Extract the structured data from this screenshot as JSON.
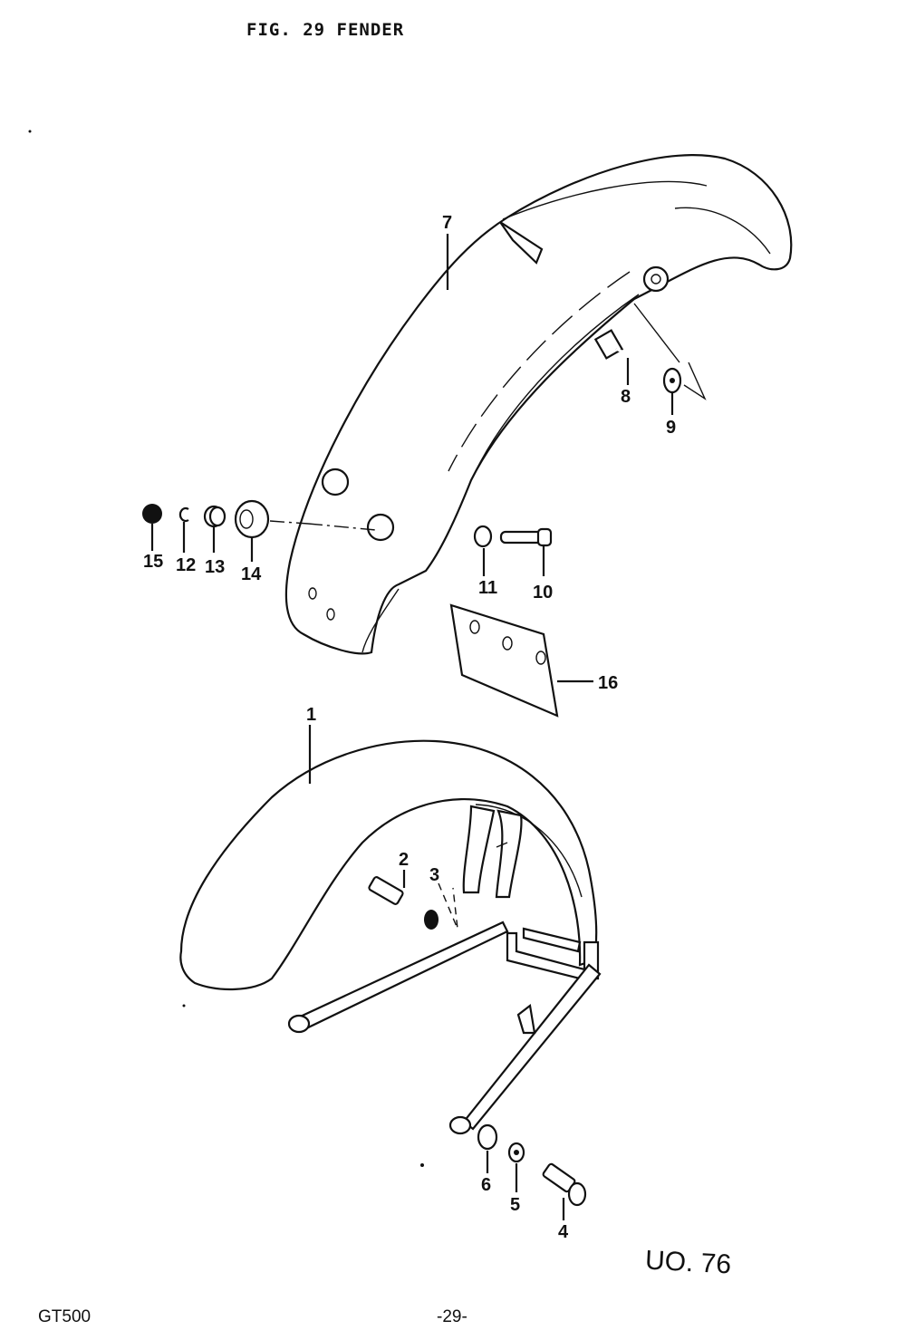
{
  "header": {
    "title": "FIG. 29  FENDER"
  },
  "footer": {
    "model": "GT500",
    "page": "-29-",
    "code": "UO. 76"
  },
  "callouts": [
    {
      "id": "c1",
      "label": "1"
    },
    {
      "id": "c2",
      "label": "2"
    },
    {
      "id": "c3",
      "label": "3"
    },
    {
      "id": "c4",
      "label": "4"
    },
    {
      "id": "c5",
      "label": "5"
    },
    {
      "id": "c6",
      "label": "6"
    },
    {
      "id": "c7",
      "label": "7"
    },
    {
      "id": "c8",
      "label": "8"
    },
    {
      "id": "c9",
      "label": "9"
    },
    {
      "id": "c10",
      "label": "10"
    },
    {
      "id": "c11",
      "label": "11"
    },
    {
      "id": "c12",
      "label": "12"
    },
    {
      "id": "c13",
      "label": "13"
    },
    {
      "id": "c14",
      "label": "14"
    },
    {
      "id": "c15",
      "label": "15"
    },
    {
      "id": "c16",
      "label": "16"
    }
  ]
}
